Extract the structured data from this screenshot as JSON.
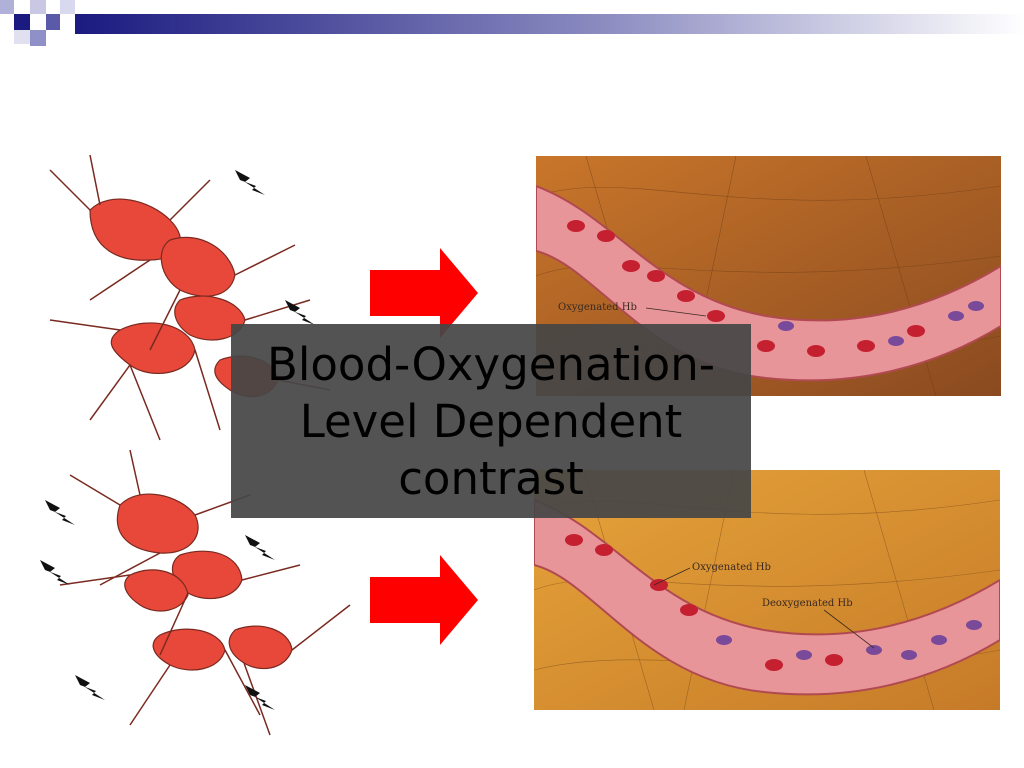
{
  "slide": {
    "title": "Blood-Oxygenation-\nLevel Dependent\ncontrast"
  },
  "top_panel": {
    "labels": [
      "Oxygenated Hb"
    ]
  },
  "bottom_panel": {
    "labels": [
      "Oxygenated Hb",
      "Deoxygenated Hb"
    ]
  },
  "colors": {
    "header_dark": "#1a1a80",
    "arrow_red": "#ff0000",
    "title_box": "#464646",
    "vessel": "#d9787a",
    "tissue_top": "#b06a2a",
    "tissue_bottom": "#e0a040"
  },
  "icons": [
    "lightning-icon",
    "neuron-icon",
    "right-arrow-icon"
  ]
}
